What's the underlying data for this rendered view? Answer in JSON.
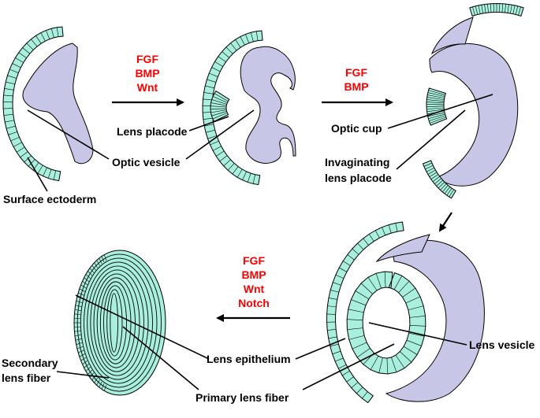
{
  "signals": {
    "step1": [
      "FGF",
      "BMP",
      "Wnt"
    ],
    "step2": [
      "FGF",
      "BMP"
    ],
    "step4": [
      "FGF",
      "BMP",
      "Wnt",
      "Notch"
    ]
  },
  "labels": {
    "surface_ectoderm": "Surface ectoderm",
    "lens_placode": "Lens placode",
    "optic_vesicle": "Optic vesicle",
    "optic_cup": "Optic cup",
    "invaginating_1": "Invaginating",
    "invaginating_2": "lens placode",
    "lens_vesicle": "Lens vesicle",
    "lens_epithelium": "Lens epithelium",
    "primary_lens_fiber": "Primary lens fiber",
    "secondary_1": "Secondary",
    "secondary_2": "lens fiber"
  },
  "colors": {
    "ectoderm": "#a8f0dd",
    "optic_tissue": "#c8c6e6",
    "signal_text": "#ff0000"
  }
}
